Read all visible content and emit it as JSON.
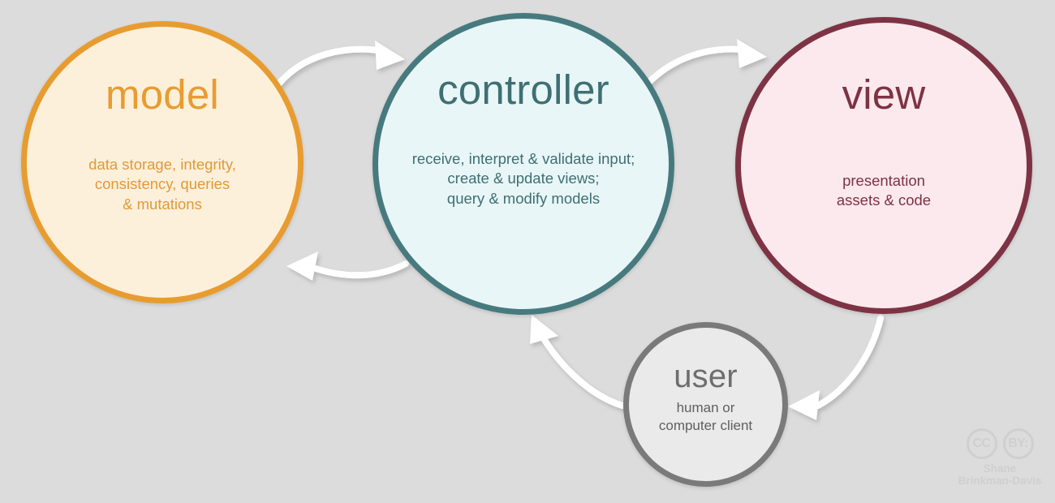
{
  "diagram": {
    "title": "Model View Controller architecture diagram",
    "background_color": "#dcdcdc",
    "nodes": [
      {
        "id": "model",
        "title": "model",
        "description": "data storage, integrity,\nconsistency, queries\n& mutations",
        "fill_color": "#fdf0db",
        "border_color": "#e89c30",
        "text_color": "#e89c30"
      },
      {
        "id": "controller",
        "title": "controller",
        "description": "receive, interpret & validate input;\ncreate & update views;\nquery & modify models",
        "fill_color": "#e8f6f7",
        "border_color": "#477a7e",
        "text_color": "#3f6f73"
      },
      {
        "id": "view",
        "title": "view",
        "description": "presentation\nassets & code",
        "fill_color": "#fce9ed",
        "border_color": "#7d3344",
        "text_color": "#7d3344"
      },
      {
        "id": "user",
        "title": "user",
        "description": "human or\ncomputer client",
        "fill_color": "#eaeaea",
        "border_color": "#7a7a7a",
        "text_color": "#5f5f5f"
      }
    ],
    "arrows": [
      {
        "id": "model-to-controller",
        "from": "model",
        "to": "controller",
        "color": "#ffffff"
      },
      {
        "id": "controller-to-model",
        "from": "controller",
        "to": "model",
        "color": "#ffffff"
      },
      {
        "id": "controller-to-view",
        "from": "controller",
        "to": "view",
        "color": "#ffffff"
      },
      {
        "id": "view-to-user",
        "from": "view",
        "to": "user",
        "color": "#ffffff"
      },
      {
        "id": "user-to-controller",
        "from": "user",
        "to": "controller",
        "color": "#ffffff"
      }
    ]
  },
  "attribution": {
    "cc_label": "CC",
    "by_label": "BY:",
    "name_line1": "Shane",
    "name_line2": "Brinkman-Davis",
    "color": "#cfcfcf"
  }
}
